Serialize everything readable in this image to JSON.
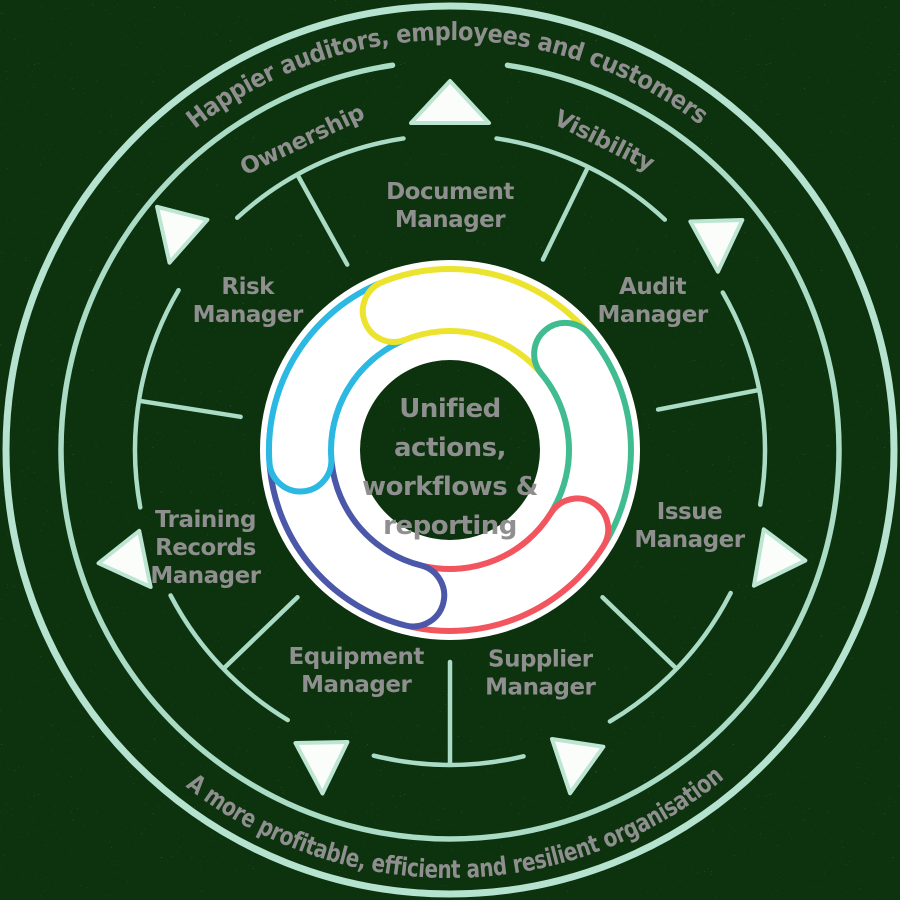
{
  "colors": {
    "bg_base": "#466751",
    "bg_speckle": "#060a07",
    "ring_mint": "#a9dbc5",
    "ring_mint_bright": "#b5e3cf",
    "arrow_fill": "#fbfdfb",
    "arrow_stroke": "#bce6d2",
    "text_gray": "#8f8f8f",
    "donut_white": "#ffffff",
    "module_yellow": "#ece32e",
    "module_green": "#41bc90",
    "module_red": "#f2555e",
    "module_indigo": "#4b57a8",
    "module_cyan": "#2bb9e3"
  },
  "outer_band": {
    "top_text": "Happier auditors, employees and customers",
    "bottom_text": "A more profitable, efficient and resilient organisation"
  },
  "inner_band": {
    "left_label": "Ownership",
    "right_label": "Visibility",
    "left_angle": -25.5,
    "right_angle": 26.5
  },
  "hub": {
    "text": "Unified actions, workflows & reporting",
    "lines": [
      "Unified",
      "actions,",
      "workflows &",
      "reporting"
    ]
  },
  "hub_arcs": [
    {
      "name": "cyan-arc",
      "color": "#2bb9e3",
      "from": 266,
      "to": 336
    },
    {
      "name": "yellow-arc",
      "color": "#ece32e",
      "from": -22,
      "to": 48
    },
    {
      "name": "green-arc",
      "color": "#41bc90",
      "from": 50,
      "to": 120
    },
    {
      "name": "red-arc",
      "color": "#f2555e",
      "from": 122,
      "to": 192
    },
    {
      "name": "indigo-arc",
      "color": "#4b57a8",
      "from": 194,
      "to": 264
    }
  ],
  "modules": [
    {
      "name": "Document Manager",
      "lines": [
        "Document",
        "Manager"
      ],
      "angle": 0,
      "radius": 245
    },
    {
      "name": "Audit Manager",
      "lines": [
        "Audit",
        "Manager"
      ],
      "angle": 53.5,
      "radius": 252
    },
    {
      "name": "Issue Manager",
      "lines": [
        "Issue",
        "Manager"
      ],
      "angle": 107.4,
      "radius": 251
    },
    {
      "name": "Supplier Manager",
      "lines": [
        "Supplier",
        "Manager"
      ],
      "angle": 157.9,
      "radius": 240
    },
    {
      "name": "Equipment Manager",
      "lines": [
        "Equipment",
        "Manager"
      ],
      "angle": 203.1,
      "radius": 239
    },
    {
      "name": "Training Records Manager",
      "lines": [
        "Training",
        "Records",
        "Manager"
      ],
      "angle": 248.4,
      "radius": 263
    },
    {
      "name": "Risk Manager",
      "lines": [
        "Risk",
        "Manager"
      ],
      "angle": 306.6,
      "radius": 252
    }
  ],
  "flow_arrows": [
    {
      "angle": 0,
      "radius": 339,
      "dir": [
        0,
        -1
      ],
      "big": true
    },
    {
      "angle": 51.5,
      "radius": 341,
      "dir": [
        0.03,
        1
      ],
      "big": false
    },
    {
      "angle": 108.5,
      "radius": 342,
      "dir": [
        -0.6,
        0.8
      ],
      "big": false
    },
    {
      "angle": 158,
      "radius": 334,
      "dir": [
        -0.15,
        0.99
      ],
      "big": false
    },
    {
      "angle": 202.5,
      "radius": 335,
      "dir": [
        0.02,
        1
      ],
      "big": false
    },
    {
      "angle": 251,
      "radius": 339,
      "dir": [
        0.62,
        0.78
      ],
      "big": false
    },
    {
      "angle": 309,
      "radius": 350,
      "dir": [
        -0.25,
        0.97
      ],
      "big": false
    }
  ],
  "spoke_angles": [
    26,
    79,
    134,
    180,
    226,
    279,
    331
  ]
}
